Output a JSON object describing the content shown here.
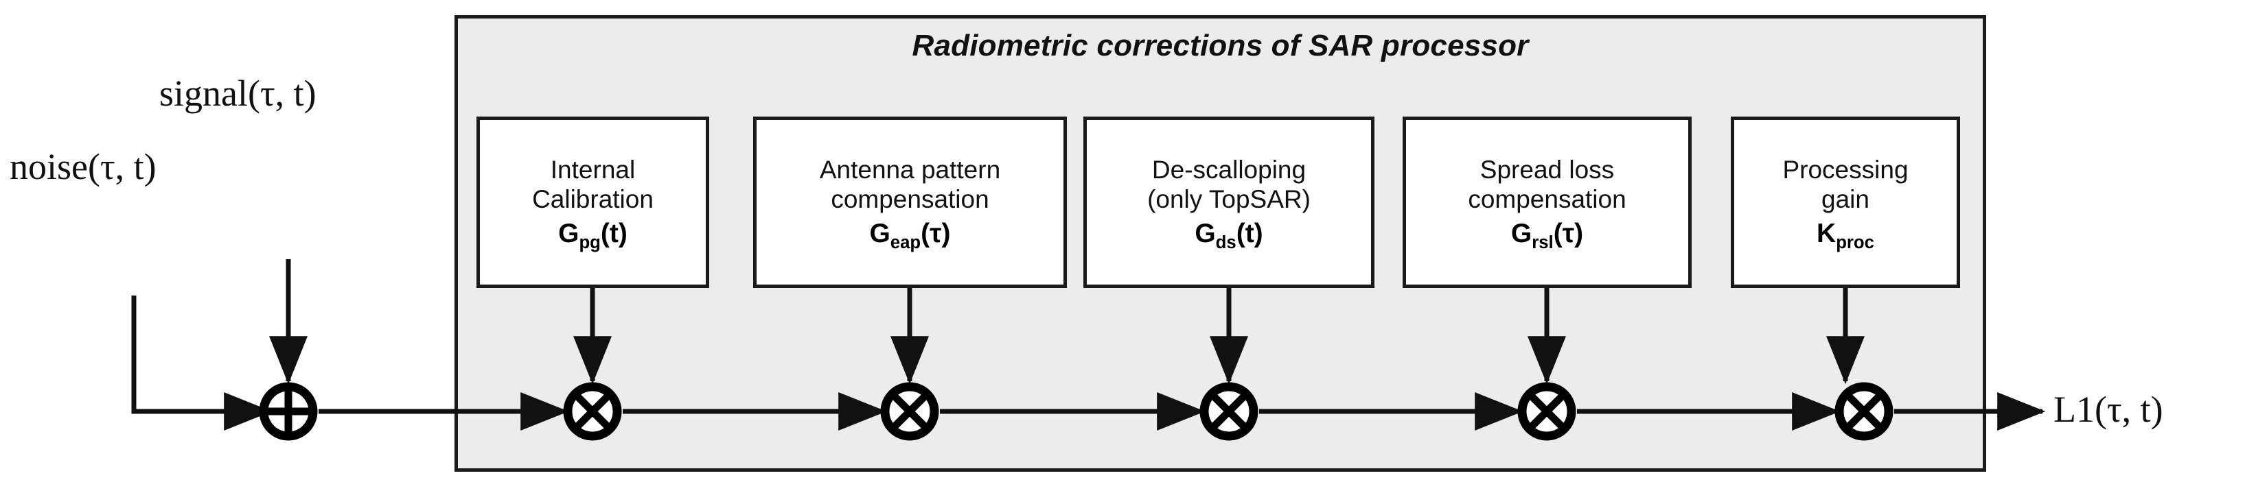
{
  "diagram": {
    "title": "Radiometric corrections of SAR processor",
    "colors": {
      "panel_fill": "#ececec",
      "box_fill": "#ffffff",
      "stroke": "#1a1a1a",
      "text": "#111111",
      "background": "#ffffff"
    }
  },
  "inputs": {
    "signal_label": "signal(τ, t)",
    "noise_label": "noise(τ, t)"
  },
  "output": {
    "label": "L1(τ, t)"
  },
  "operators": {
    "sum_symbol": "⊕",
    "sum_name": "summation-node",
    "multiply_symbol": "⊗",
    "multiply_name": "multiplication-node",
    "multiplier_count": 5
  },
  "stages": [
    {
      "id": "internal-calibration",
      "lines": [
        "Internal",
        "Calibration"
      ],
      "symbol_base": "G",
      "symbol_sub": "pg",
      "symbol_arg": "(t)",
      "symbol_text": "Gpg(t)"
    },
    {
      "id": "antenna-pattern-compensation",
      "lines": [
        "Antenna pattern",
        "compensation"
      ],
      "symbol_base": "G",
      "symbol_sub": "eap",
      "symbol_arg": "(τ)",
      "symbol_text": "Geap(τ)"
    },
    {
      "id": "de-scalloping",
      "lines": [
        "De-scalloping",
        "(only TopSAR)"
      ],
      "symbol_base": "G",
      "symbol_sub": "ds",
      "symbol_arg": "(t)",
      "symbol_text": "Gds(t)"
    },
    {
      "id": "spread-loss-compensation",
      "lines": [
        "Spread loss",
        "compensation"
      ],
      "symbol_base": "G",
      "symbol_sub": "rsl",
      "symbol_arg": "(τ)",
      "symbol_text": "Grsl(τ)"
    },
    {
      "id": "processing-gain",
      "lines": [
        "Processing",
        "gain"
      ],
      "symbol_base": "K",
      "symbol_sub": "proc",
      "symbol_arg": "",
      "symbol_text": "Kproc"
    }
  ]
}
